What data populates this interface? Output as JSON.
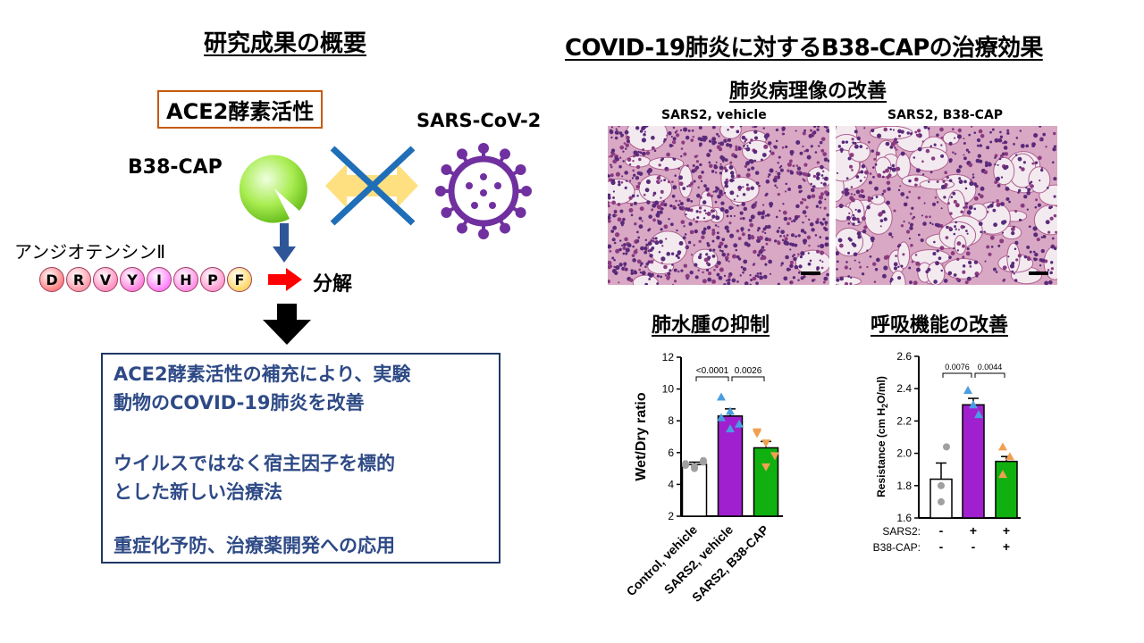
{
  "left_title": "研究成果の概要",
  "right_title": "COVID-19肺炎に対するB38-CAPの治療効果",
  "ace2_label": "ACE2酵素活性",
  "b38_label": "B38-CAP",
  "virus_label": "SARS-CoV-2",
  "angiotensin_label": "アンジオテンシンⅡ",
  "peptide": [
    "D",
    "R",
    "V",
    "Y",
    "I",
    "H",
    "P",
    "F"
  ],
  "peptide_colors": [
    "#ff8080",
    "#ff9aa8",
    "#ff90c0",
    "#ff80e0",
    "#ff80ff",
    "#ff90e8",
    "#ff9ad0",
    "#ffd766"
  ],
  "cleave_label": "分解",
  "results": [
    "ACE2酵素活性の補充により、実験",
    "動物のCOVID-19肺炎を改善",
    "ウイルスではなく宿主因子を標的",
    "とした新しい治療法",
    "重症化予防、治療薬開発への応用"
  ],
  "histology": {
    "title": "肺炎病理像の改善",
    "panel_labels": [
      "SARS2, vehicle",
      "SARS2, B38-CAP"
    ]
  },
  "edema": {
    "title": "肺水腫の抑制"
  },
  "respiratory": {
    "title": "呼吸機能の改善"
  },
  "colors": {
    "result_text": "#2e4a86",
    "box_border": "#1f3864",
    "ace_border": "#c55a11",
    "purple_bar": "#a020d0",
    "green_bar": "#10b010",
    "virus": "#7030a0",
    "arrow_blue": "#2e5597",
    "cross_blue": "#1f6eb8",
    "double_arrow": "#ffe080",
    "red_arrow": "#ff0000"
  },
  "chart_data": [
    {
      "type": "bar",
      "title": "肺水腫の抑制",
      "ylabel": "Wet/Dry ratio",
      "ylim": [
        2,
        12
      ],
      "yticks": [
        "2",
        "4",
        "6",
        "8",
        "10",
        "12"
      ],
      "categories": [
        "Control, vehicle",
        "SARS2, vehicle",
        "SARS2, B38-CAP"
      ],
      "values": [
        5.25,
        8.3,
        6.3
      ],
      "errors": [
        0.15,
        0.45,
        0.4
      ],
      "points": [
        [
          5.2,
          5.0,
          5.4,
          5.3,
          5.1,
          5.5
        ],
        [
          9.5,
          8.6,
          7.8,
          8.2,
          7.5
        ],
        [
          7.2,
          6.6,
          5.8,
          7.3,
          5.1
        ]
      ],
      "comparisons": [
        {
          "label": "<0.0001",
          "from": 0,
          "to": 1
        },
        {
          "label": "0.0026",
          "from": 1,
          "to": 2
        }
      ]
    },
    {
      "type": "bar",
      "title": "呼吸機能の改善",
      "ylabel_parts": [
        "Resistance (cm H",
        "2",
        "O/ml)"
      ],
      "ylim": [
        1.6,
        2.6
      ],
      "yticks": [
        "1.6",
        "1.8",
        "2.0",
        "2.2",
        "2.4",
        "2.6"
      ],
      "values": [
        1.84,
        2.3,
        1.95
      ],
      "errors": [
        0.1,
        0.04,
        0.03
      ],
      "points": [
        [
          2.04,
          1.8,
          1.7
        ],
        [
          2.39,
          2.3,
          2.24
        ],
        [
          2.04,
          1.98,
          1.87
        ]
      ],
      "comparisons": [
        {
          "label": "0.0076",
          "from": 0,
          "to": 1
        },
        {
          "label": "0.0044",
          "from": 1,
          "to": 2
        }
      ],
      "row_labels": [
        "SARS2:",
        "B38-CAP:"
      ],
      "row_signs": [
        [
          "-",
          "+",
          "+"
        ],
        [
          "-",
          "-",
          "+"
        ]
      ]
    }
  ]
}
